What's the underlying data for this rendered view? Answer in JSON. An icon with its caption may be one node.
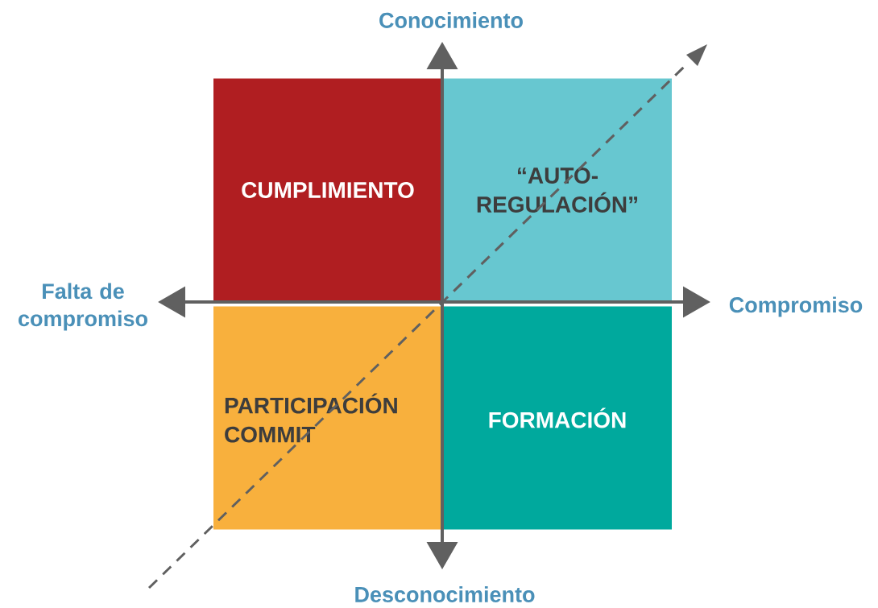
{
  "diagram": {
    "nodes": [
      {
        "text": [
          "CUMPLIMIENTO"
        ]
      },
      {
        "text": [
          "“AUTO-REGULACIÓN”"
        ]
      },
      {
        "text": [
          "PARTICIPACIÓN COMMIT"
        ]
      },
      {
        "text": [
          "FORMACIÓN"
        ]
      }
    ],
    "labels": [
      "Conocimiento",
      "Falta de compromiso",
      "Compromiso",
      "Desconocimiento"
    ]
  }
}
